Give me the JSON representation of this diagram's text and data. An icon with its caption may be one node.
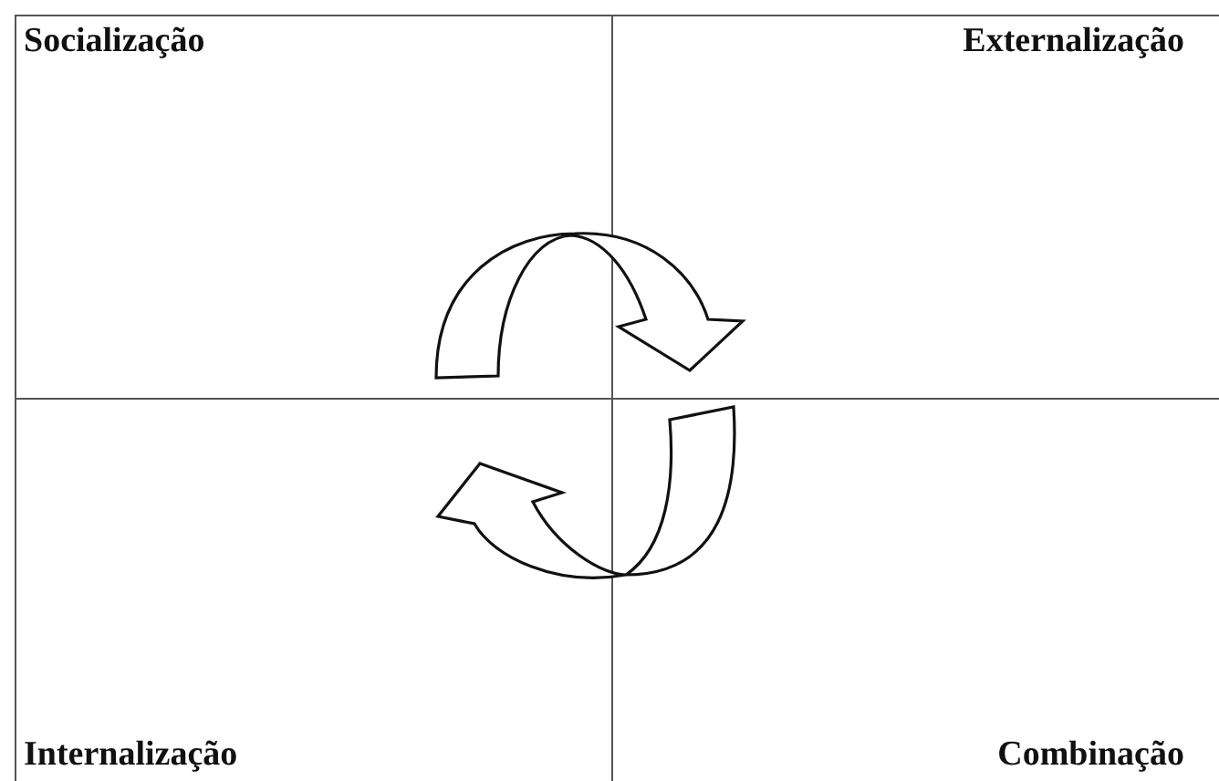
{
  "diagram": {
    "nodes": [
      {
        "text": [
          "Socialização"
        ]
      },
      {
        "text": [
          "Externalização"
        ]
      },
      {
        "text": [
          "Internalização"
        ]
      },
      {
        "text": [
          "Combinação"
        ]
      }
    ],
    "edges": [
      {
        "from": 0,
        "to": 1,
        "arrow": "to"
      },
      {
        "from": 3,
        "to": 2,
        "arrow": "to"
      }
    ]
  }
}
